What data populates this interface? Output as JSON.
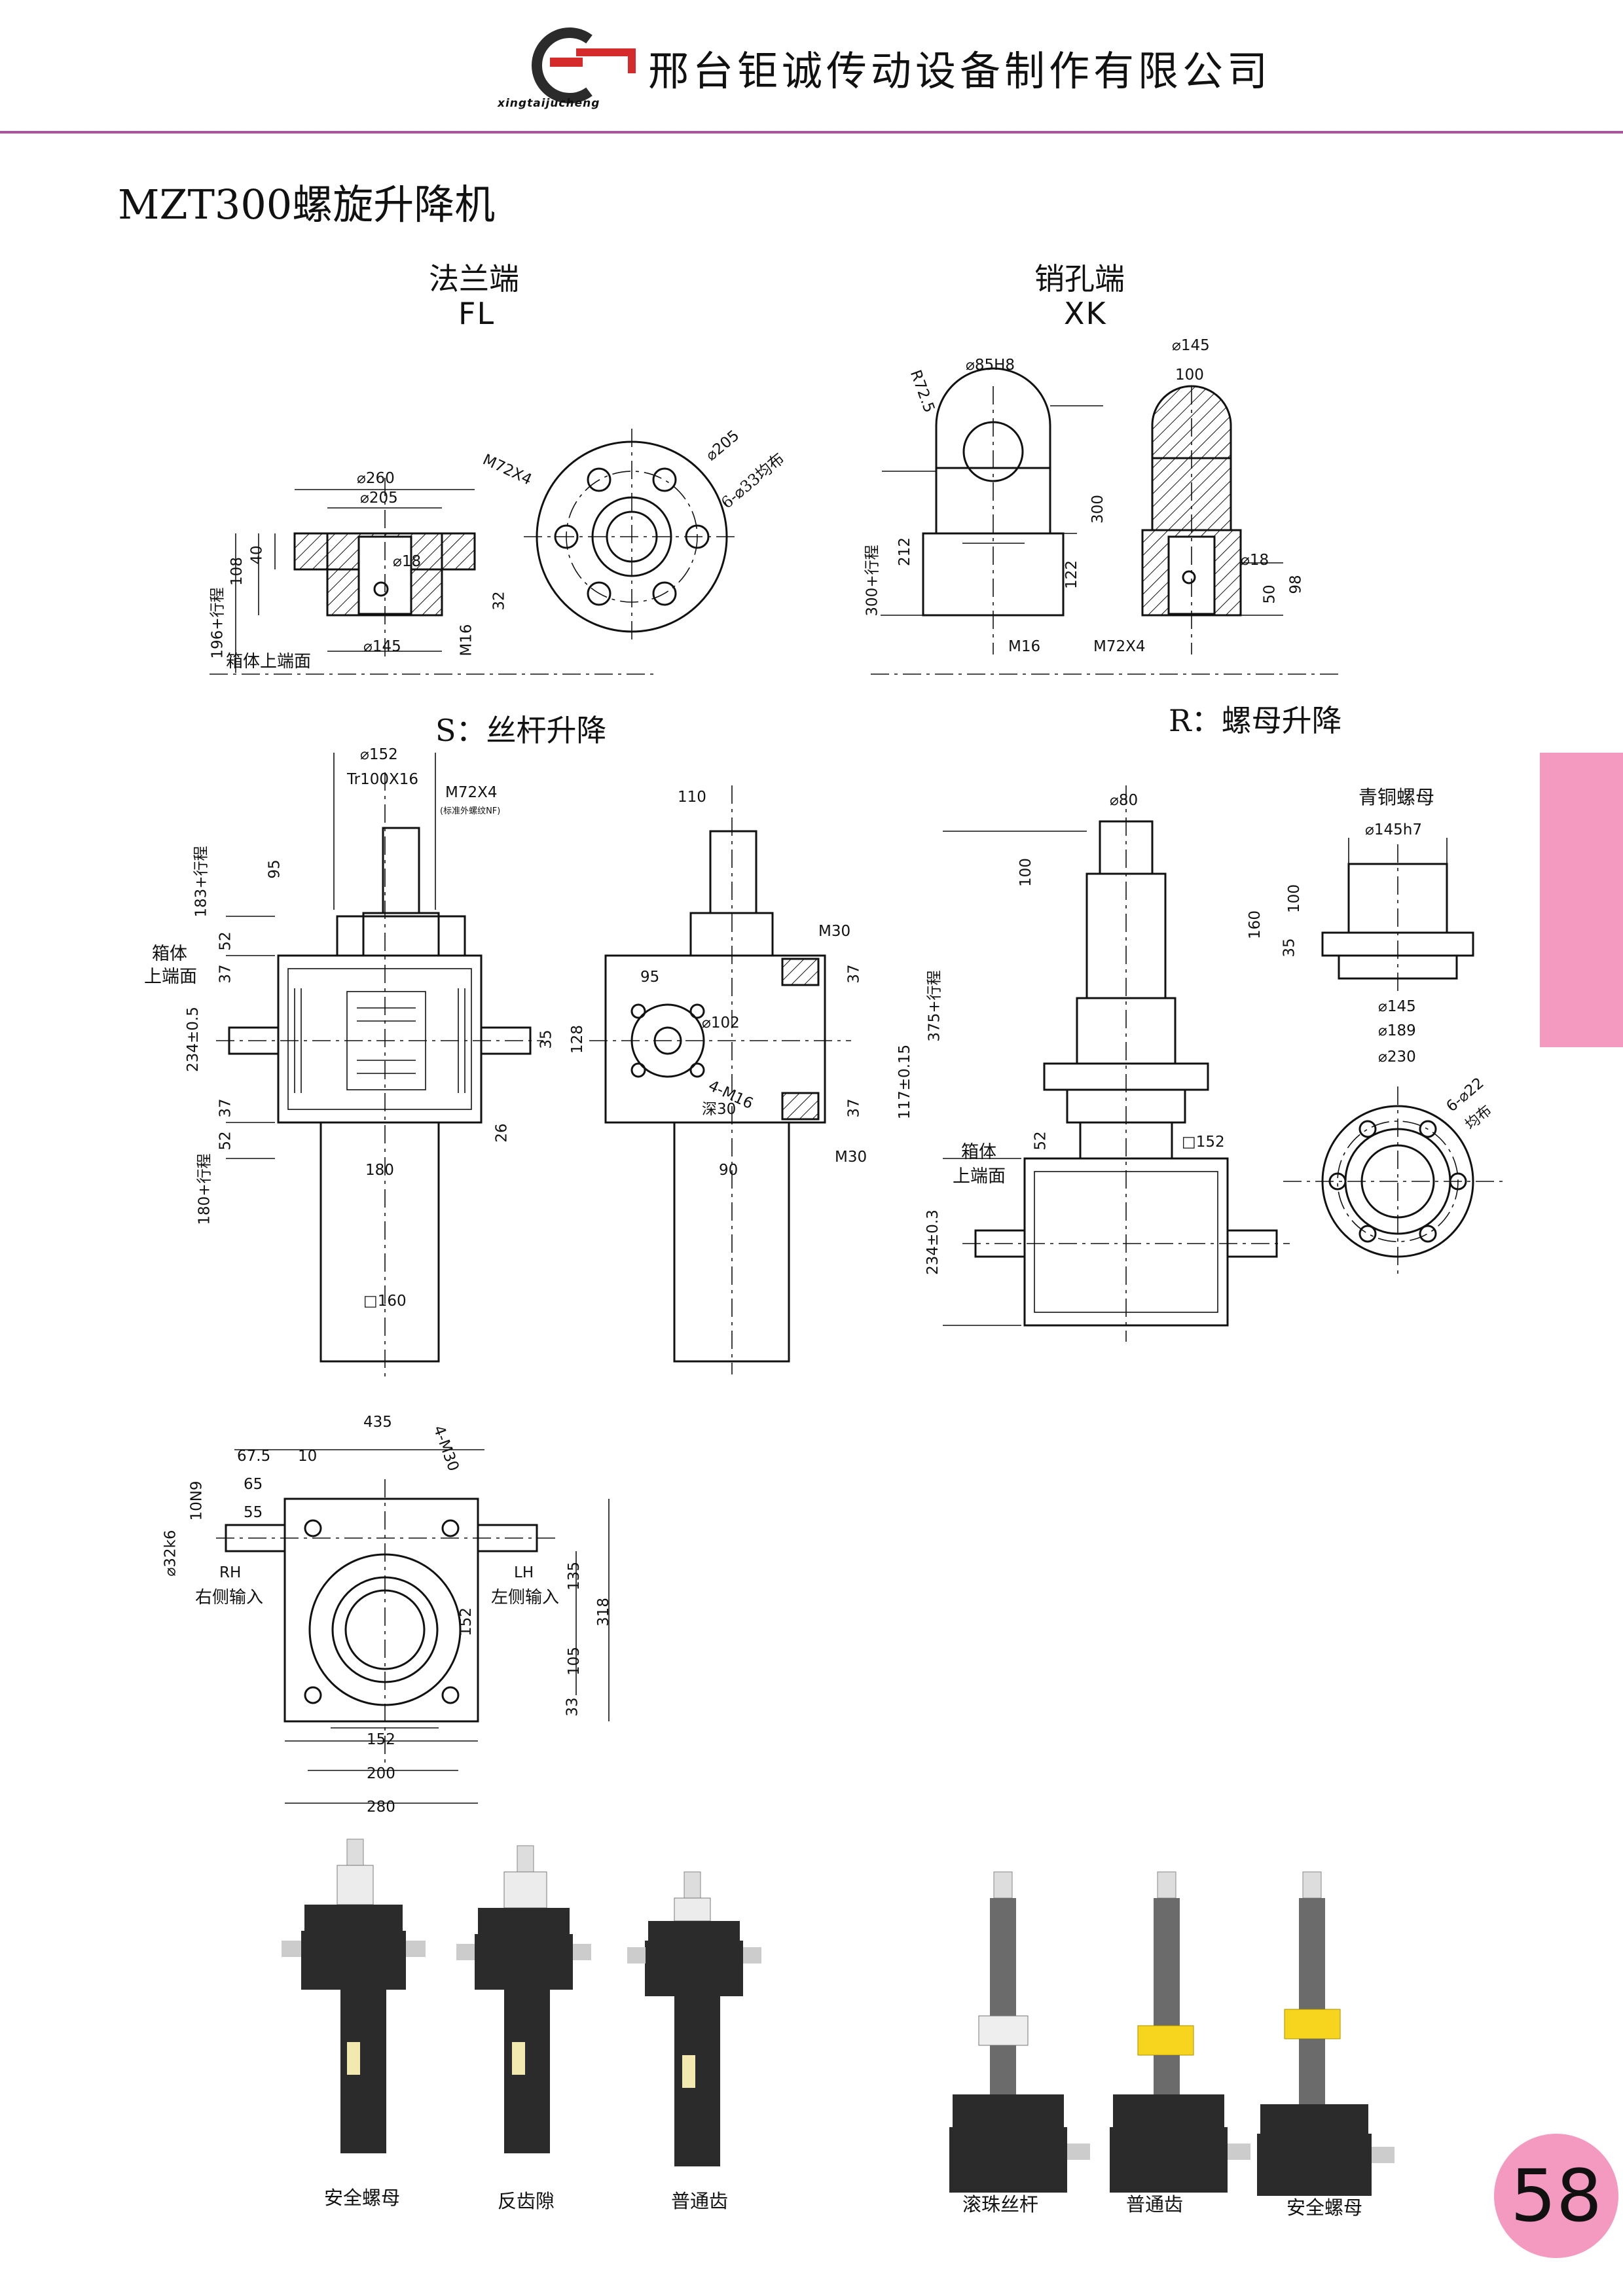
{
  "header": {
    "company": "邢台钜诚传动设备制作有限公司",
    "logo_sub": "xingtaijucheng",
    "brand_color": "#a8579d",
    "accent_pink": "#f49ac1"
  },
  "title": "MZT300螺旋升降机",
  "views": {
    "fl_label": "法兰端",
    "fl_sub": "FL",
    "xk_label": "销孔端",
    "xk_sub": "XK",
    "s_label": "S：丝杆升降",
    "r_label": "R：螺母升降",
    "bronze_nut": "青铜螺母"
  },
  "dims": {
    "fl": [
      "⌀260",
      "⌀205",
      "⌀18",
      "⌀145",
      "108",
      "40",
      "32",
      "196+行程",
      "M16",
      "箱体上端面",
      "M72X4",
      "⌀205",
      "6-⌀33均布"
    ],
    "xk": [
      "⌀85H8",
      "R72.5",
      "300",
      "212",
      "122",
      "300+行程",
      "M16",
      "M72X4",
      "⌀145",
      "100",
      "⌀18",
      "50",
      "98"
    ],
    "s": [
      "⌀152",
      "Tr100X16",
      "M72X4",
      "(标准外螺纹NF)",
      "95",
      "183+行程",
      "52",
      "37",
      "箱体",
      "上端面",
      "234±0.5",
      "37",
      "52",
      "180+行程",
      "180",
      "26",
      "35",
      "□160",
      "110",
      "M30",
      "95",
      "37",
      "128",
      "⌀102",
      "4-M16",
      "深30",
      "117±0.15",
      "37",
      "90",
      "M30"
    ],
    "r": [
      "⌀80",
      "100",
      "375+行程",
      "箱体",
      "上端面",
      "52",
      "□152",
      "234±0.3",
      "⌀145h7",
      "100",
      "160",
      "35",
      "⌀145",
      "⌀189",
      "⌀230",
      "6-⌀22",
      "均布"
    ],
    "top": [
      "435",
      "67.5",
      "10",
      "4-M30",
      "10N9",
      "65",
      "55",
      "⌀32k6",
      "RH",
      "右侧输入",
      "LH",
      "左侧输入",
      "135",
      "152",
      "318",
      "105",
      "33",
      "152",
      "200",
      "280"
    ]
  },
  "photos": {
    "left": [
      "安全螺母",
      "反齿隙",
      "普通齿"
    ],
    "right": [
      "滚珠丝杆",
      "普通齿",
      "安全螺母"
    ]
  },
  "page_number": "58"
}
